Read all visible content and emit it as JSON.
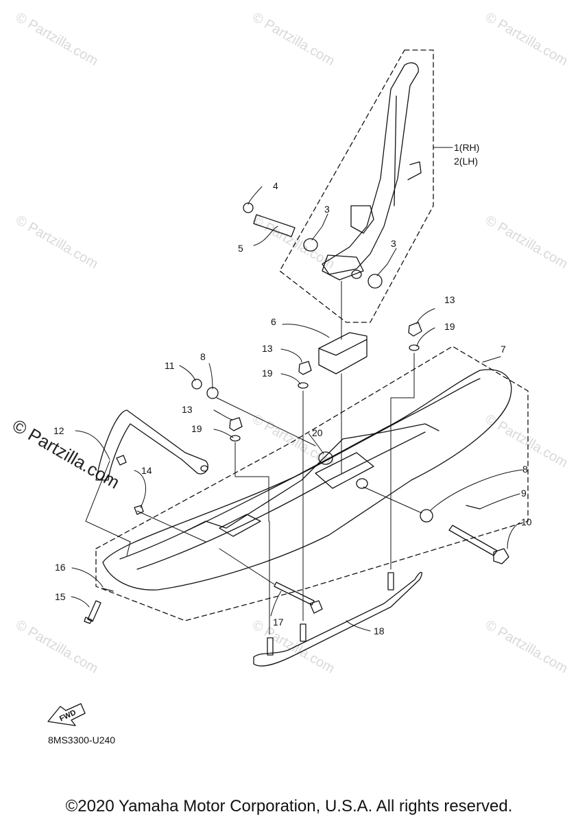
{
  "watermark": "© Partzilla.com",
  "callouts": {
    "c1": "1(RH)",
    "c2": "2(LH)",
    "c3a": "3",
    "c3b": "3",
    "c4": "4",
    "c5": "5",
    "c6": "6",
    "c7": "7",
    "c8a": "8",
    "c8b": "8",
    "c9": "9",
    "c10": "10",
    "c11": "11",
    "c12": "12",
    "c13a": "13",
    "c13b": "13",
    "c13c": "13",
    "c14": "14",
    "c15": "15",
    "c16": "16",
    "c17": "17",
    "c18": "18",
    "c19a": "19",
    "c19b": "19",
    "c19c": "19",
    "c20": "20"
  },
  "fwd_label": "FWD",
  "diagram_code": "8MS3300-U240",
  "copyright": "©2020 Yamaha Motor Corporation, U.S.A. All rights reserved."
}
